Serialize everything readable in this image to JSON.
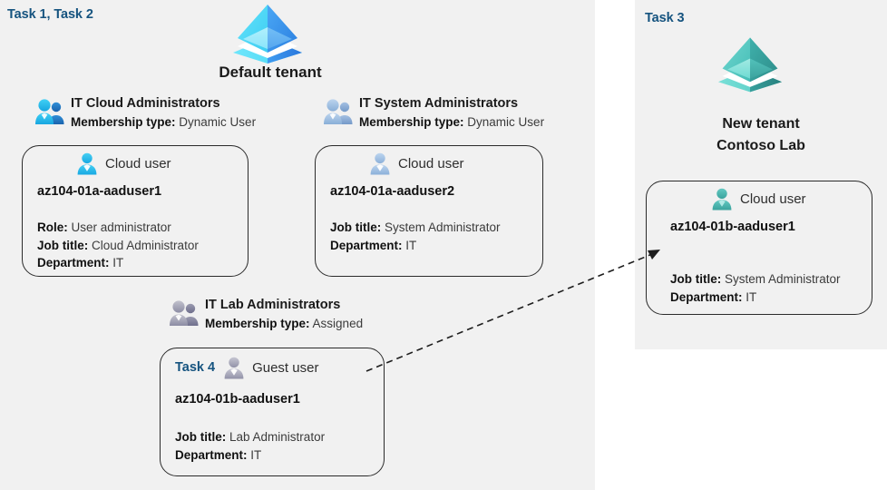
{
  "panels": {
    "left": {
      "task_label": "Task 1, Task 2"
    },
    "right": {
      "task_label": "Task 3"
    }
  },
  "tenants": {
    "default": {
      "icon": "azure-tenant-icon",
      "title": "Default tenant"
    },
    "new": {
      "icon": "azure-tenant-icon",
      "title_line1": "New  tenant",
      "title_line2": "Contoso Lab"
    }
  },
  "groups": [
    {
      "id": "it-cloud-administrators",
      "icon": "group-users-icon",
      "name": "IT Cloud Administrators",
      "membership_label": "Membership type:",
      "membership_value": "Dynamic User"
    },
    {
      "id": "it-system-administrators",
      "icon": "group-users-icon",
      "name": "IT System Administrators",
      "membership_label": "Membership type:",
      "membership_value": "Dynamic User"
    },
    {
      "id": "it-lab-administrators",
      "icon": "group-users-icon",
      "name": "IT Lab Administrators",
      "membership_label": "Membership type:",
      "membership_value": "Assigned"
    }
  ],
  "users": [
    {
      "id": "az104-01a-aaduser1",
      "inline_task": "",
      "icon": "cloud-user-icon",
      "kind": "Cloud user",
      "upn": "az104-01a-aaduser1",
      "props": [
        {
          "label": "Role:",
          "value": "User administrator"
        },
        {
          "label": "Job title:",
          "value": "Cloud Administrator"
        },
        {
          "label": "Department:",
          "value": "IT"
        }
      ]
    },
    {
      "id": "az104-01a-aaduser2",
      "inline_task": "",
      "icon": "cloud-user-icon",
      "kind": "Cloud user",
      "upn": "az104-01a-aaduser2",
      "props": [
        {
          "label": "Job title:",
          "value": "System Administrator"
        },
        {
          "label": "Department:",
          "value": "IT"
        }
      ]
    },
    {
      "id": "az104-01b-aaduser1-guest",
      "inline_task": "Task 4",
      "icon": "guest-user-icon",
      "kind": "Guest user",
      "upn": "az104-01b-aaduser1",
      "props": [
        {
          "label": "Job title:",
          "value": "Lab Administrator"
        },
        {
          "label": "Department:",
          "value": "IT"
        }
      ]
    },
    {
      "id": "az104-01b-aaduser1-cloud",
      "inline_task": "",
      "icon": "cloud-user-icon",
      "kind": "Cloud user",
      "upn": "az104-01b-aaduser1",
      "props": [
        {
          "label": "Job title:",
          "value": "System Administrator"
        },
        {
          "label": "Department:",
          "value": "IT"
        }
      ]
    }
  ],
  "connector": {
    "name": "guest-invite-arrow",
    "style": "dashed",
    "from": "az104-01b-aaduser1-guest",
    "to": "az104-01b-aaduser1-cloud"
  },
  "colors": {
    "panel_background": "#f1f1f1",
    "task_label": "#15537f",
    "card_border": "#2b2b2b",
    "tenant_blue": "#3aa0f3",
    "tenant_cyan": "#50d8f5",
    "tenant_teal": "#3fb3ae",
    "user_cyan": "#29b8e8",
    "user_steel": "#9dbbdc",
    "user_gray": "#a7a7b4",
    "user_teal": "#4cb5ae",
    "text_primary": "#1a1a1a",
    "text_secondary": "#3b3b3b"
  }
}
